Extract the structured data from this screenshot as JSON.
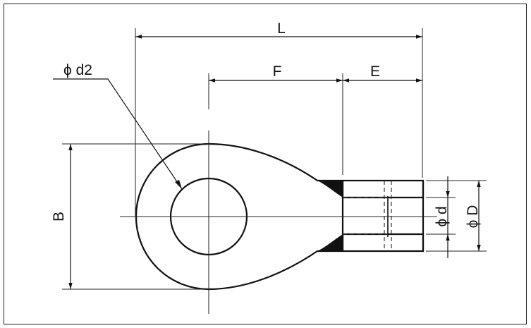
{
  "labels": {
    "L": "L",
    "F": "F",
    "E": "E",
    "B": "B",
    "d2": "ϕ d2",
    "d": "ϕ d",
    "D": "ϕ D"
  }
}
